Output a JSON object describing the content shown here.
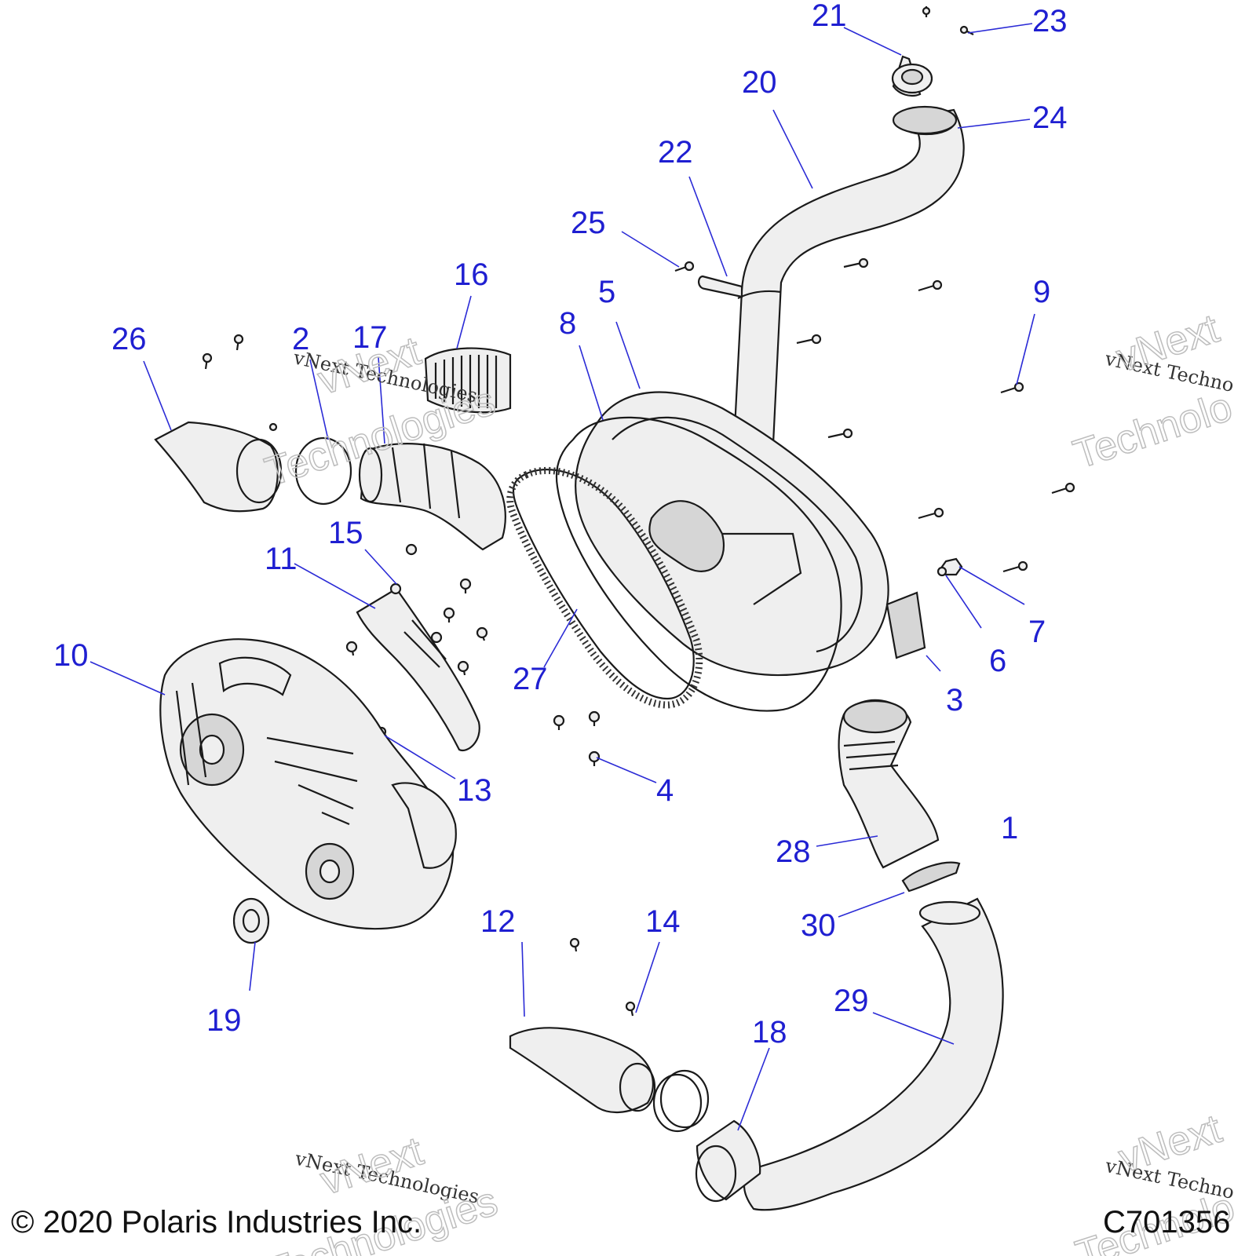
{
  "callouts": [
    "1",
    "2",
    "3",
    "4",
    "5",
    "6",
    "7",
    "8",
    "9",
    "10",
    "11",
    "12",
    "13",
    "14",
    "15",
    "16",
    "17",
    "18",
    "19",
    "20",
    "21",
    "22",
    "23",
    "24",
    "25",
    "26",
    "27",
    "28",
    "29",
    "30"
  ],
  "watermark": {
    "line1": "vNext Technologies",
    "line2a": "vNext",
    "line2b": "Technologies",
    "cut1": "vNext Techno",
    "cut2a": "vNext",
    "cut2b": "Technolo"
  },
  "footer": {
    "copyright": "© 2020 Polaris Industries Inc.",
    "drawing_id": "C701356"
  },
  "colors": {
    "callout": "#1f1fd1",
    "leader": "#2b2bd6"
  }
}
